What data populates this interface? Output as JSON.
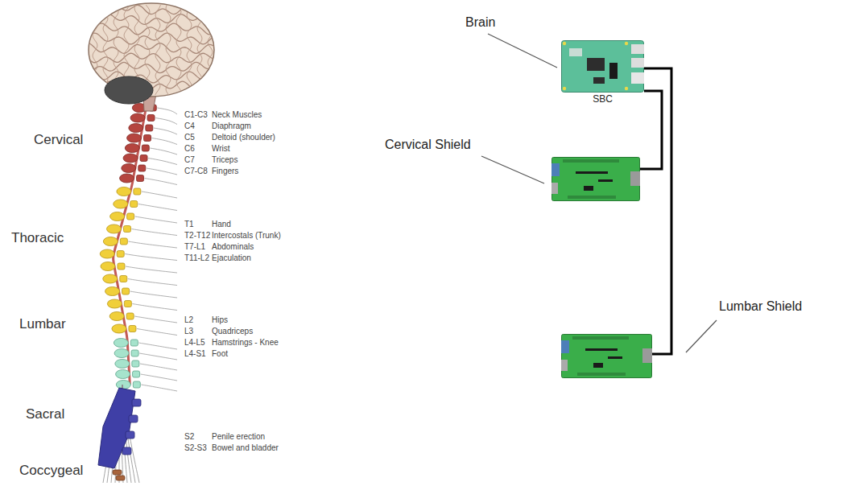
{
  "diagram": {
    "nodes": [
      {
        "text": [
          "Brain",
          "SBC"
        ]
      },
      {
        "text": [
          "Cervical Shield"
        ]
      },
      {
        "text": [
          "Lumbar Shield"
        ]
      }
    ],
    "edges": [
      {
        "from": 0,
        "to": 1,
        "arrow": "none"
      },
      {
        "from": 0,
        "to": 2,
        "arrow": "none"
      }
    ],
    "labels": [
      "Cervical",
      "Thoracic",
      "Lumbar",
      "Sacral",
      "Coccygeal",
      "C1-C3",
      "Neck Muscles",
      "C4",
      "Diaphragm",
      "C5",
      "Deltoid (shoulder)",
      "C6",
      "Wrist",
      "C7",
      "Triceps",
      "C7-C8",
      "Fingers",
      "T1",
      "Hand",
      "T2-T12",
      "Intercostals (Trunk)",
      "T7-L1",
      "Abdominals",
      "T11-L2",
      "Ejaculation",
      "L2",
      "Hips",
      "L3",
      "Quadriceps",
      "L4-L5",
      "Hamstrings - Knee",
      "L4-S1",
      "Foot",
      "S2",
      "Penile erection",
      "S2-S3",
      "Bowel and bladder"
    ]
  }
}
